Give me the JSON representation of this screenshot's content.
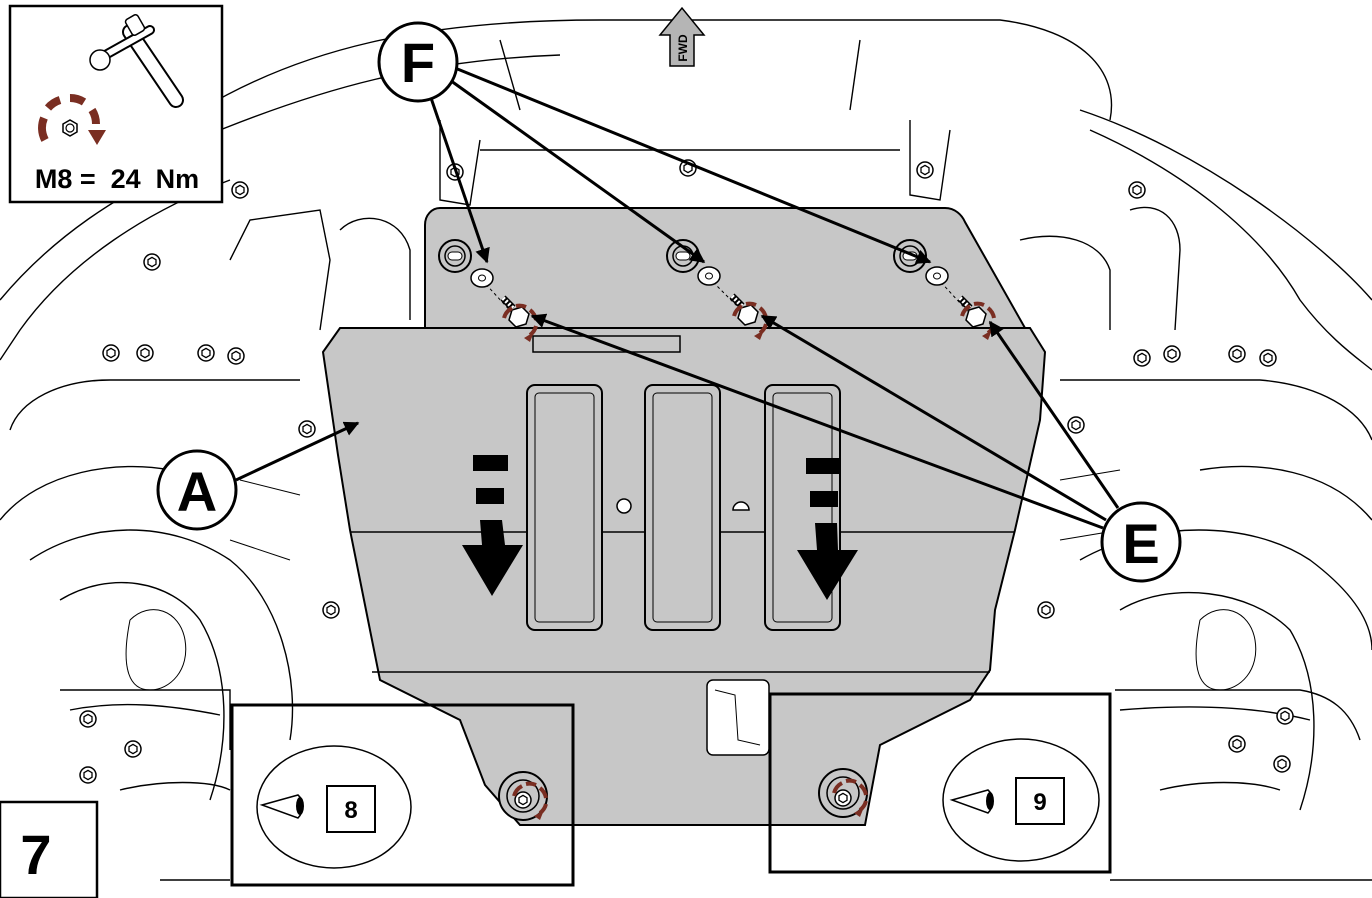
{
  "torque_box": {
    "spec": "M8 =  24  Nm",
    "tool_icon": "ratchet-wrench-icon",
    "rotation_icon": "clockwise-tighten-icon"
  },
  "step": {
    "number": "7"
  },
  "forward_marker": {
    "text": "FWD"
  },
  "callouts": {
    "F": "F",
    "A": "A",
    "E": "E"
  },
  "detail_views": [
    {
      "ref": "8"
    },
    {
      "ref": "9"
    }
  ],
  "colors": {
    "plate_fill": "#c7c7c7",
    "torque_mark": "#7a2e22",
    "line": "#000000"
  }
}
